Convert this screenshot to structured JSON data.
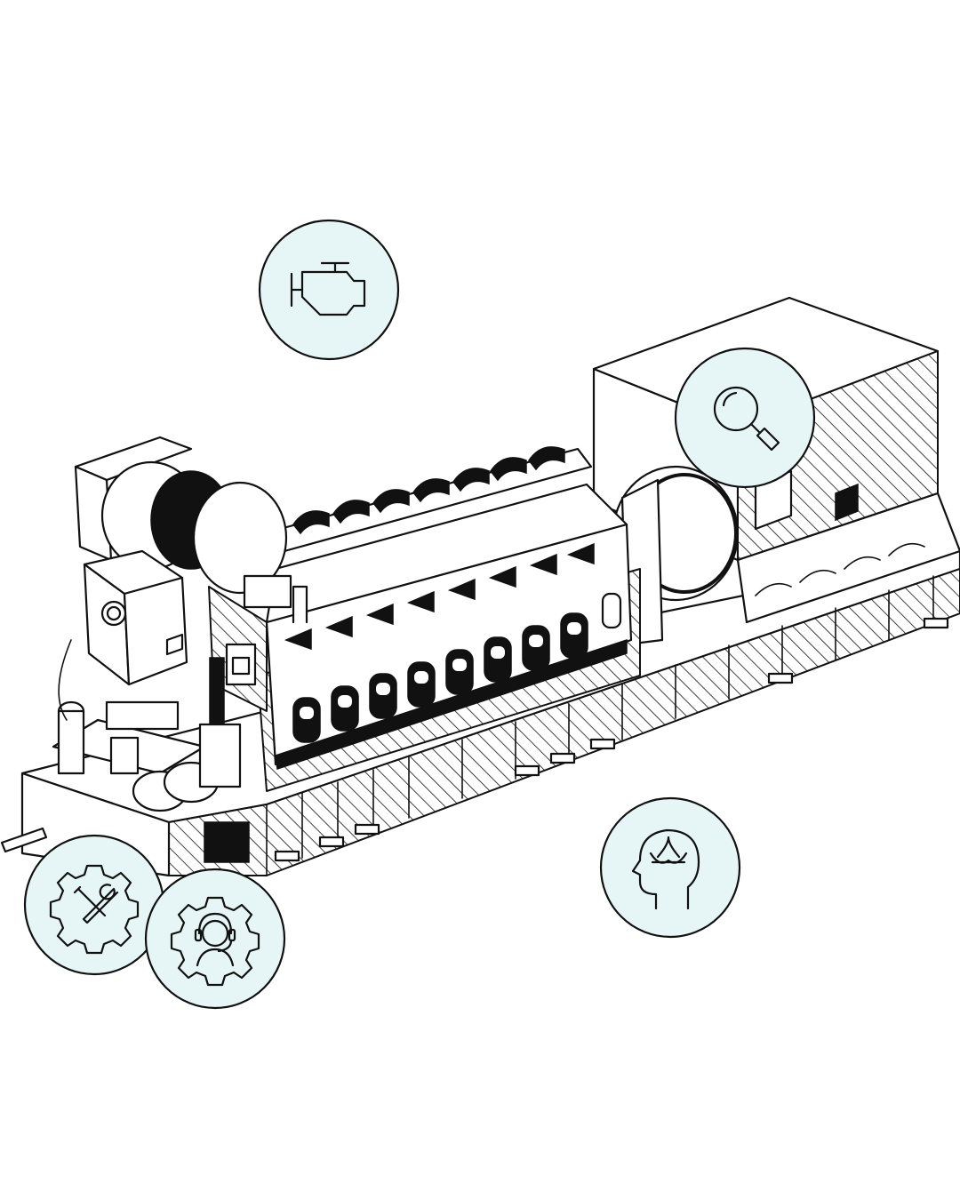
{
  "colors": {
    "badge_fill": "#e6f5f5",
    "line": "#111111",
    "background": "#ffffff"
  },
  "badges": [
    {
      "name": "engine-badge",
      "icon": "engine-icon"
    },
    {
      "name": "inspection-badge",
      "icon": "magnifier-icon"
    },
    {
      "name": "wellbeing-badge",
      "icon": "head-lotus-icon"
    },
    {
      "name": "maintenance-badge",
      "icon": "gear-wrench-screwdriver-icon"
    },
    {
      "name": "support-badge",
      "icon": "gear-headset-person-icon"
    }
  ]
}
